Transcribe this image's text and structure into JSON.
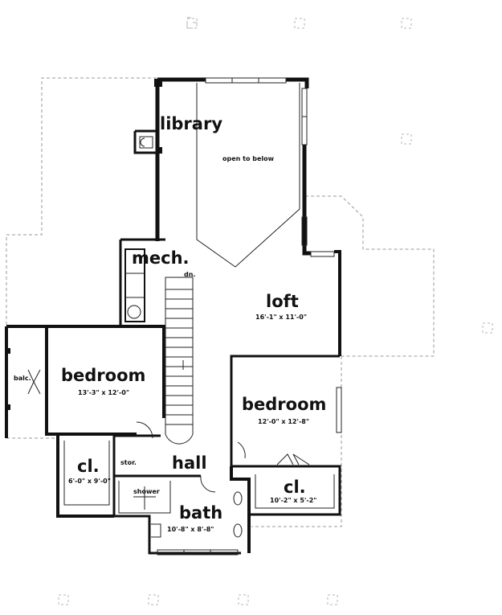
{
  "rooms": {
    "library": {
      "name": "library"
    },
    "open_to_below": {
      "note": "open to below"
    },
    "mech": {
      "name": "mech."
    },
    "stair": {
      "note": "dn."
    },
    "loft": {
      "name": "loft",
      "dims": "16'-1\" x 11'-0\""
    },
    "bedroom_left": {
      "name": "bedroom",
      "dims": "13'-3\" x 12'-0\""
    },
    "balcony": {
      "name": "balc."
    },
    "bedroom_right": {
      "name": "bedroom",
      "dims": "12'-0\" x 12'-8\""
    },
    "closet_left": {
      "name": "cl.",
      "dims": "6'-0\" x 9'-0\""
    },
    "storage": {
      "name": "stor."
    },
    "hall": {
      "name": "hall"
    },
    "shower": {
      "name": "shower"
    },
    "bath": {
      "name": "bath",
      "dims": "10'-8\" x 8'-8\""
    },
    "closet_right": {
      "name": "cl.",
      "dims": "10'-2\" x 5'-2\""
    }
  }
}
